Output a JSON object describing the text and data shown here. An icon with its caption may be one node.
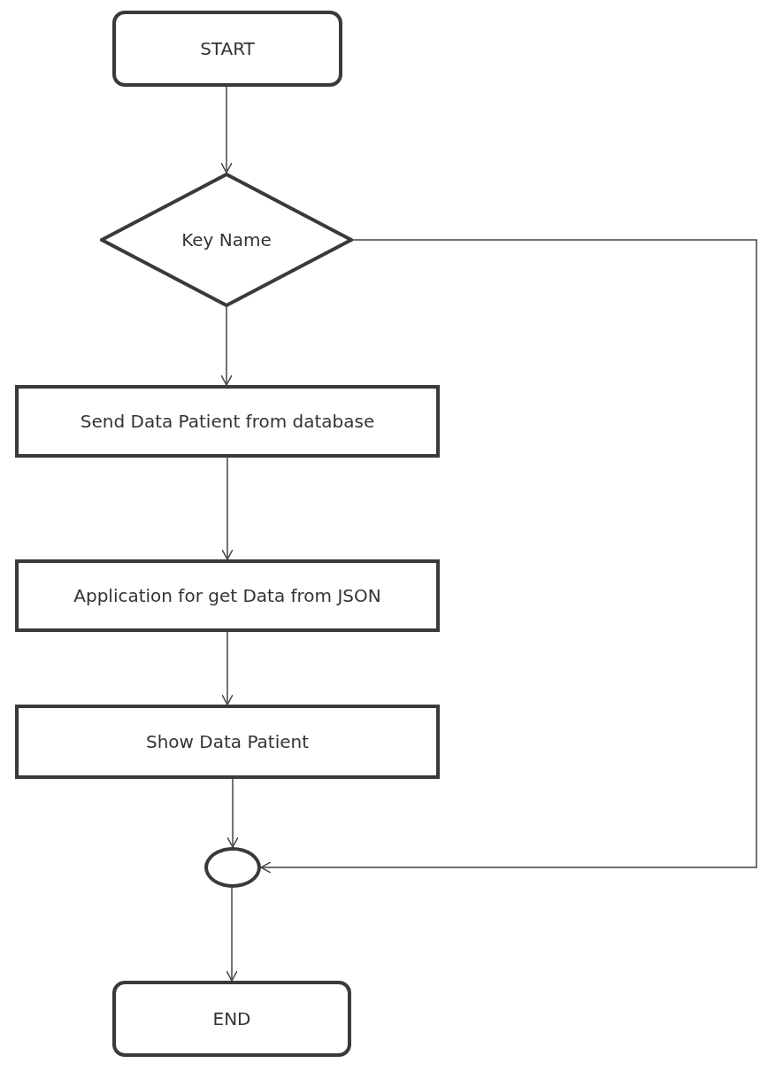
{
  "diagram": {
    "nodes": [
      {
        "text": [
          "START"
        ]
      },
      {
        "text": [
          "Key Name"
        ]
      },
      {
        "text": [
          "Send Data Patient from database"
        ]
      },
      {
        "text": [
          "Application for get Data from JSON"
        ]
      },
      {
        "text": [
          "Show Data Patient"
        ]
      },
      {
        "text": [],
        "shape": "circle"
      },
      {
        "text": [
          "END"
        ]
      }
    ],
    "edges": [
      {
        "from": 0,
        "to": 1,
        "arrow": "to"
      },
      {
        "from": 1,
        "to": 2,
        "arrow": "to"
      },
      {
        "from": 2,
        "to": 3,
        "arrow": "to"
      },
      {
        "from": 3,
        "to": 4,
        "arrow": "to"
      },
      {
        "from": 4,
        "to": 5,
        "arrow": "to"
      },
      {
        "from": 1,
        "to": 5,
        "arrow": "to"
      },
      {
        "from": 5,
        "to": 6,
        "arrow": "to"
      }
    ]
  }
}
